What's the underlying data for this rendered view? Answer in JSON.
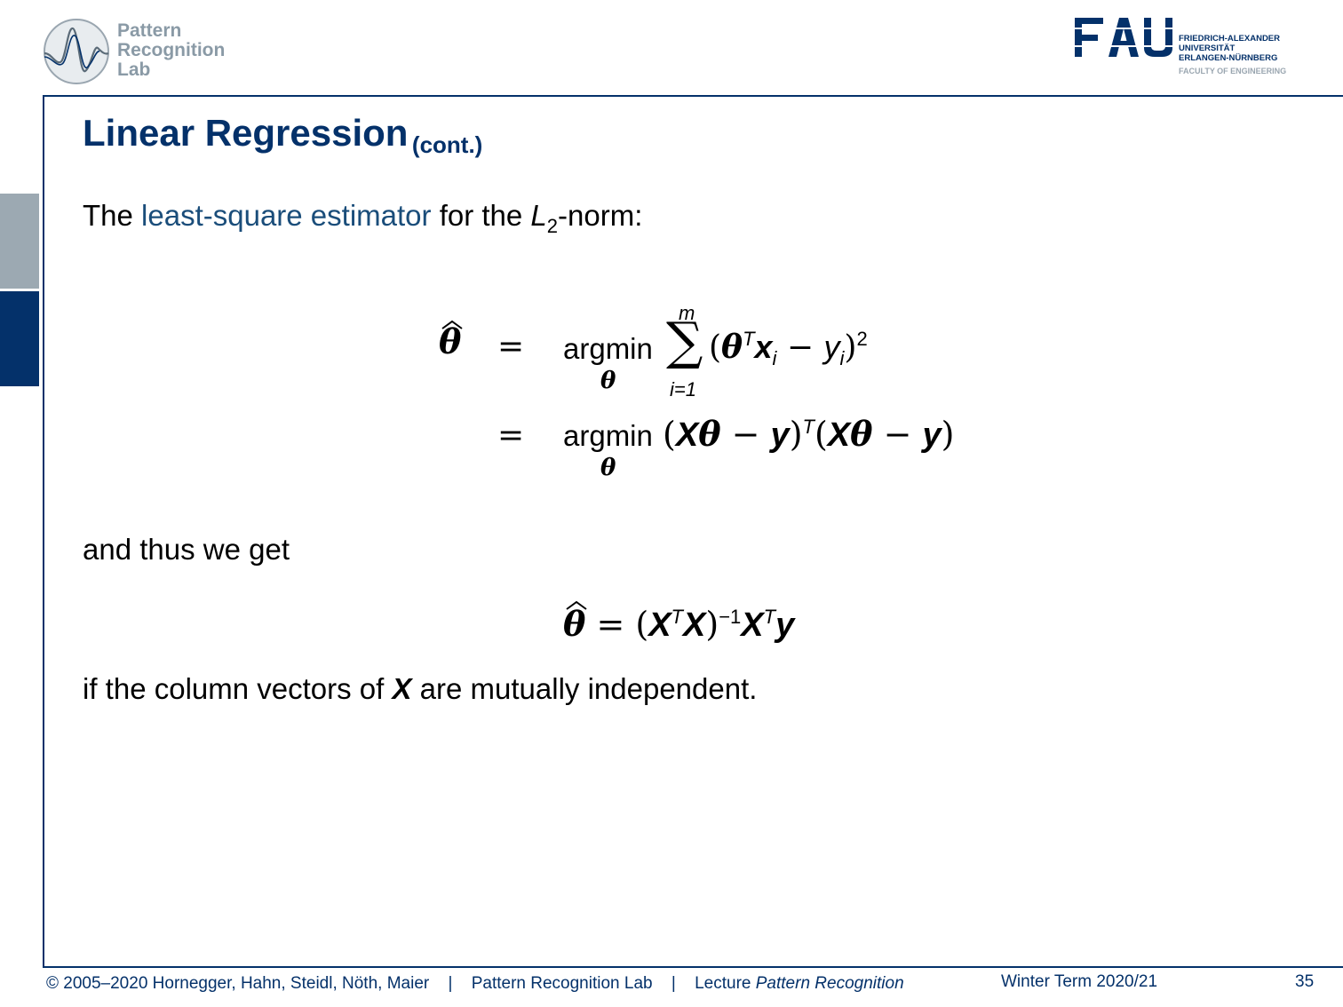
{
  "header": {
    "lab_logo_lines": [
      "Pattern",
      "Recognition",
      "Lab"
    ],
    "university_lines": [
      "FRIEDRICH-ALEXANDER",
      "UNIVERSITÄT",
      "ERLANGEN-NÜRNBERG"
    ],
    "faculty": "FACULTY OF ENGINEERING",
    "university_mark": "FAU"
  },
  "slide": {
    "title": "Linear Regression",
    "title_suffix": "(cont.)",
    "intro_prefix": "The ",
    "intro_link": "least-square estimator",
    "intro_middle": " for the ",
    "intro_norm": "L",
    "intro_norm_sub": "2",
    "intro_suffix": "-norm:",
    "eq1_lhs": "θ",
    "eq1_equals": "=",
    "eq1_op": "argmin",
    "eq1_op_sub": "θ",
    "eq1_sum_upper": "m",
    "eq1_sum_lower": "i=1",
    "eq1_sum": "∑",
    "eq1_body": "(θ^T x_i − y_i)^2",
    "eq2_equals": "=",
    "eq2_op": "argmin",
    "eq2_op_sub": "θ",
    "eq2_body": "(Xθ − y)^T (Xθ − y)",
    "middle_text": "and thus we get",
    "eq3": "θ̂ = (X^T X)^−1 X^T y",
    "conclusion_prefix": "if the column vectors of ",
    "conclusion_var": "X",
    "conclusion_suffix": " are mutually independent."
  },
  "footer": {
    "copyright": "© 2005–2020 Hornegger, Hahn, Steidl, Nöth, Maier",
    "separator": "|",
    "lab": "Pattern Recognition Lab",
    "lecture_prefix": "Lecture ",
    "lecture_title": "Pattern Recognition",
    "term": "Winter Term 2020/21",
    "page_number": "35"
  },
  "colors": {
    "brand": "#04316a",
    "link": "#1a4d7a",
    "side_tab_inactive": "#9ca9b2",
    "logo_gray": "#8a9aa6"
  }
}
